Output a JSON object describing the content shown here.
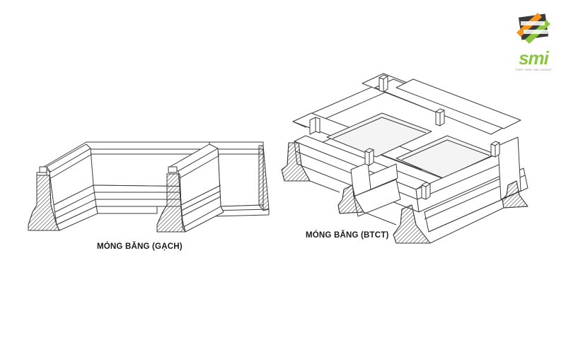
{
  "captions": {
    "brick": "MÓNG BĂNG (GẠCH)",
    "rc": "MÓNG BĂNG (BTCT)"
  },
  "logo": {
    "text": "smi",
    "tagline": "THEP HINH SMI GROUP",
    "colors": {
      "green": "#8cc63f",
      "orange": "#f7941d",
      "dark": "#3a3a3a"
    }
  },
  "colors": {
    "line": "#3a3a3a",
    "hatch": "#555555",
    "fill": "#ffffff"
  }
}
